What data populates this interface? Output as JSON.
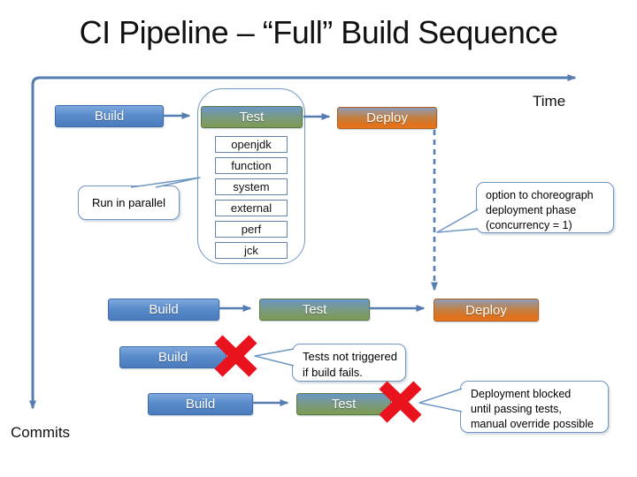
{
  "title": "CI Pipeline – “Full” Build Sequence",
  "axes": {
    "time_label": "Time",
    "commits_label": "Commits"
  },
  "boxes": {
    "row1_build": "Build",
    "row1_test": "Test",
    "row1_deploy": "Deploy",
    "row2_build": "Build",
    "row2_test": "Test",
    "row2_deploy": "Deploy",
    "row3_build": "Build",
    "row4_build": "Build",
    "row4_test": "Test"
  },
  "test_suites": [
    "openjdk",
    "function",
    "system",
    "external",
    "perf",
    "jck"
  ],
  "callouts": {
    "run_in_parallel": {
      "lines": [
        "Run in parallel"
      ]
    },
    "choreograph": {
      "lines": [
        "option to choreograph",
        "deployment phase",
        "(concurrency = 1)"
      ]
    },
    "tests_not_triggered": {
      "lines": [
        "Tests not triggered",
        "if build fails."
      ]
    },
    "deployment_blocked": {
      "lines": [
        "Deployment blocked",
        "until passing tests,",
        "manual override possible"
      ]
    }
  },
  "colors": {
    "axis_blue": "#567db1",
    "box_blue": "#4f81bd",
    "box_green": "#7e9b52",
    "box_orange": "#e1711c",
    "failure_red": "#e8131d",
    "callout_border": "#6f97c4"
  }
}
